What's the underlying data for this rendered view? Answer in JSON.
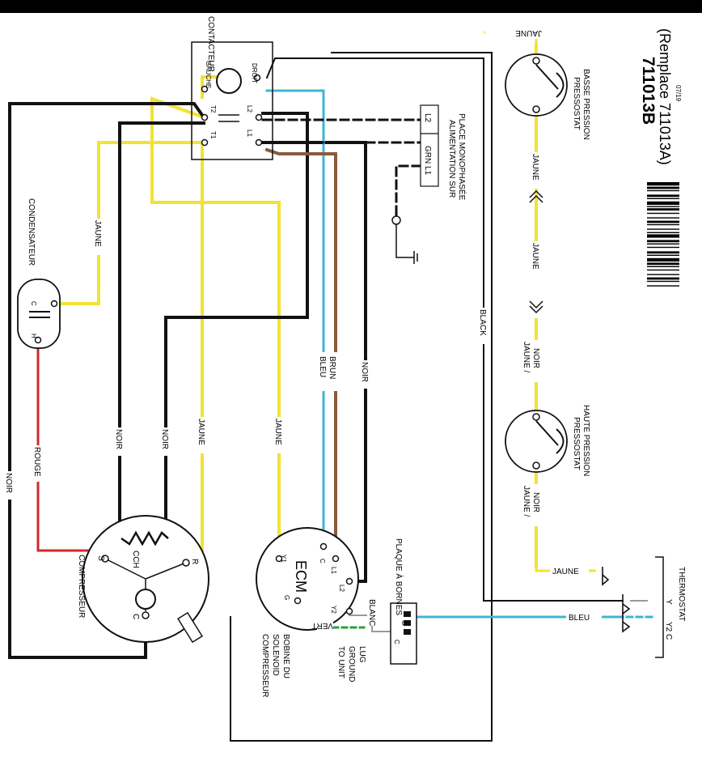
{
  "document": {
    "code": "711013B",
    "replace": "(Remplace 711013A)",
    "date": "07/19"
  },
  "colors": {
    "yellow": "#f2e233",
    "blue": "#3fb4d6",
    "brown": "#8b5a3c",
    "red": "#d22a2a",
    "green": "#2e9e3a",
    "black": "#111111",
    "gray": "#9a9a9a"
  },
  "components": {
    "contactor": "CONTACTEUR",
    "gauche": "GAUCHE",
    "droit": "DROIT",
    "t1": "T1",
    "t2": "T2",
    "l1": "L1",
    "l2": "L2",
    "condenser": "CONDENSATEUR",
    "cap_c": "C",
    "cap_h": "H",
    "compressor": "COMPRESSEUR",
    "comp_s": "S",
    "comp_r": "R",
    "comp_c": "C",
    "ccharge": "CCH",
    "ecm": "ECM",
    "ecm_y1": "Y1",
    "ecm_c": "C",
    "ecm_l1": "L1",
    "ecm_l2": "L2",
    "ecm_y2": "Y2",
    "ecm_g": "G",
    "supply_1": "ALIMENTATION SUR",
    "supply_2": "PLACE MONOPHASÉE",
    "sup_l2": "L2",
    "sup_l1": "GRN L1",
    "low_p1": "PRESSOSTAT",
    "low_p2": "BASSE PRESSION",
    "high_p1": "PRESSOSTAT",
    "high_p2": "HAUTE PRESSION",
    "terminal": "PLAQUE À BORNES",
    "term_c": "C",
    "term_d": "D",
    "thermostat": "THERMOSTAT",
    "th_y": "Y",
    "th_y2c": "Y2 C",
    "solenoid_1": "COMPRESSEUR",
    "solenoid_2": "SOLENOID",
    "solenoid_3": "BOBINE DU",
    "ground_1": "TO UNIT",
    "ground_2": "GROUND",
    "ground_3": "LUG"
  },
  "wires": {
    "jaune": "JAUNE",
    "noir": "NOIR",
    "rouge": "ROUGE",
    "bleu": "BLEU",
    "brun": "BRUN",
    "black": "BLACK",
    "blanc": "BLANC",
    "vert": "VERT",
    "jaune_noir_1": "JAUNE /",
    "jaune_noir_2": "NOIR"
  }
}
